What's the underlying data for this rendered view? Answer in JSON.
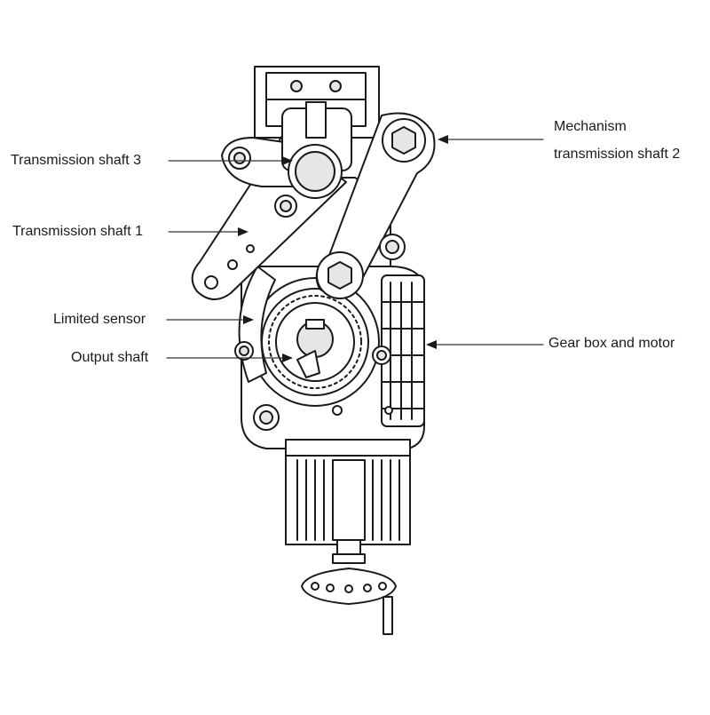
{
  "labels": {
    "transmission_shaft_3": "Transmission shaft 3",
    "transmission_shaft_1": "Transmission shaft 1",
    "limited_sensor": "Limited sensor",
    "output_shaft": "Output shaft",
    "mechanism_line1": "Mechanism",
    "mechanism_line2": "transmission shaft 2",
    "gear_box_and_motor": "Gear box and motor"
  },
  "colors": {
    "line": "#1a1a1a",
    "fill": "#ffffff",
    "shade": "#e6e6e6",
    "leader": "#333333"
  }
}
